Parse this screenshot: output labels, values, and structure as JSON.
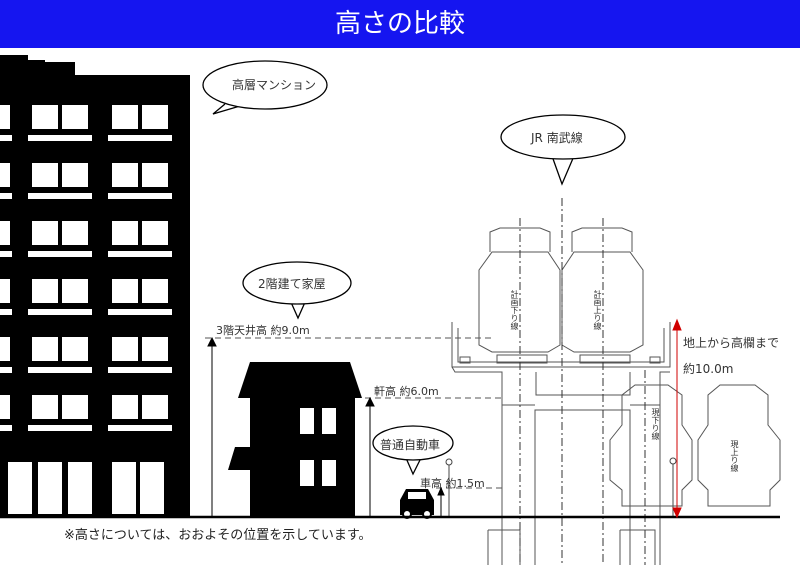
{
  "title": "高さの比較",
  "bubbles": {
    "mansion": "高層マンション",
    "house": "2階建て家屋",
    "car": "普通自動車",
    "railway": "JR 南武線"
  },
  "heights": {
    "ceiling_3f": "3階天井高 約9.0m",
    "eaves": "軒高 約6.0m",
    "car": "車高 約1.5m",
    "railing_label": "地上から高欄まで",
    "railing_value": "約10.0m"
  },
  "tracks": {
    "planned_down": "計画下り線",
    "planned_up": "計画上り線",
    "current_down": "現下り線",
    "current_up": "現上り線"
  },
  "note": "※高さについては、おおよその位置を示しています。",
  "colors": {
    "title_bg": "#1515f0",
    "arrow": "#d00000"
  }
}
